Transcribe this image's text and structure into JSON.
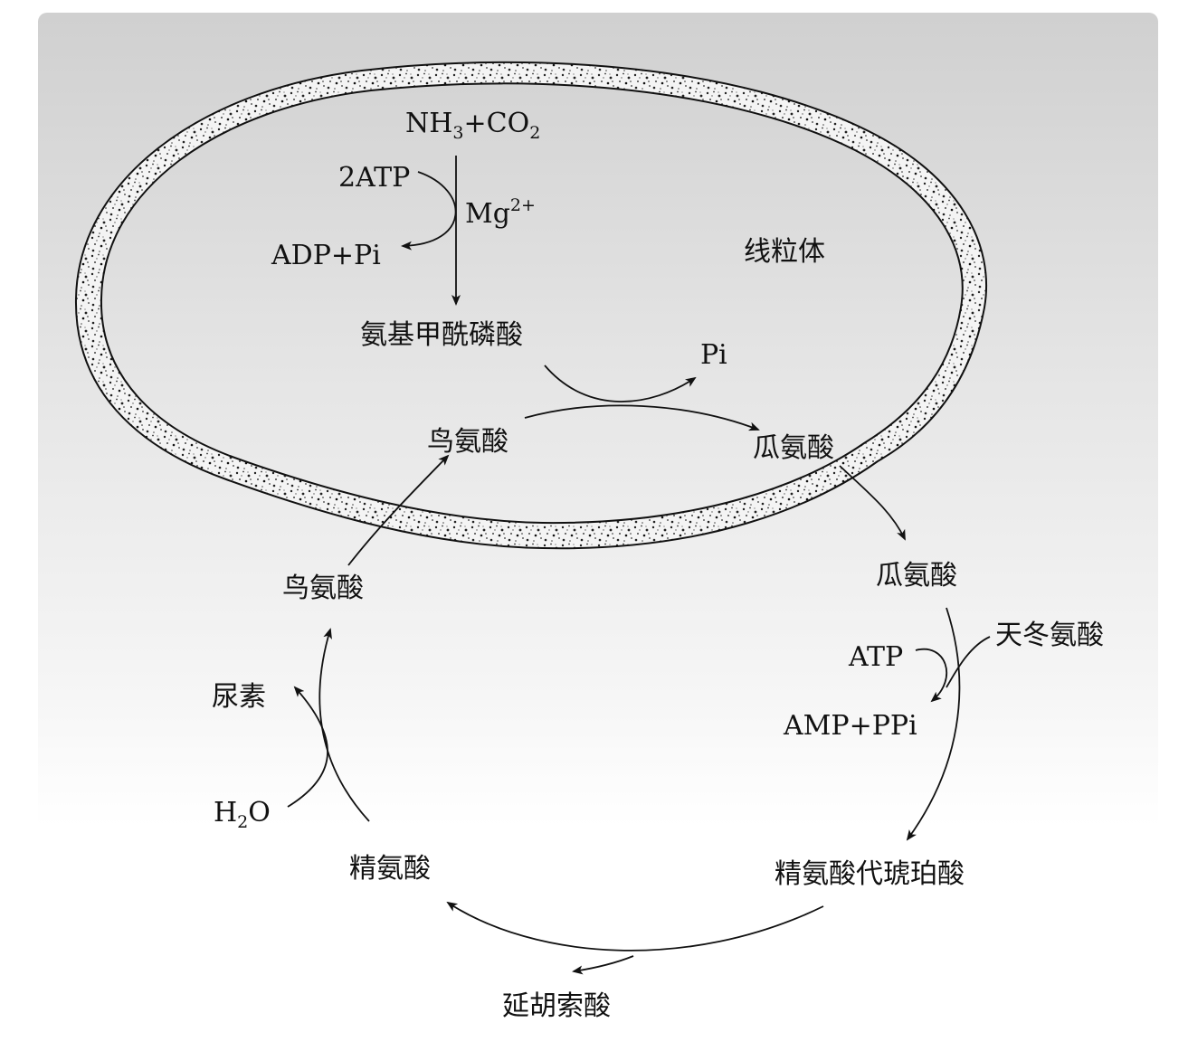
{
  "labels": {
    "nh3": "NH",
    "nh3_sub": "3",
    "plus_co": "+CO",
    "co_sub": "2",
    "atp2": "2ATP",
    "mg": "Mg",
    "mg_sup": "2+",
    "adp_pi": "ADP+Pi",
    "mito": "线粒体",
    "carbamoyl": "氨基甲酰磷酸",
    "pi": "Pi",
    "ornithine_in": "鸟氨酸",
    "citrulline_in": "瓜氨酸",
    "citrulline_out": "瓜氨酸",
    "ornithine_out": "鸟氨酸",
    "aspartate": "天冬氨酸",
    "atp": "ATP",
    "amp_ppi": "AMP+PPi",
    "urea": "尿素",
    "h": "H",
    "h_sub": "2",
    "o": "O",
    "arginine": "精氨酸",
    "argininosuccinate": "精氨酸代琥珀酸",
    "fumarate": "延胡索酸"
  },
  "colors": {
    "ink": "#111111",
    "membrane": "#f2f2f2",
    "background_top": "#d0d0d0",
    "background_bottom": "#ffffff"
  }
}
